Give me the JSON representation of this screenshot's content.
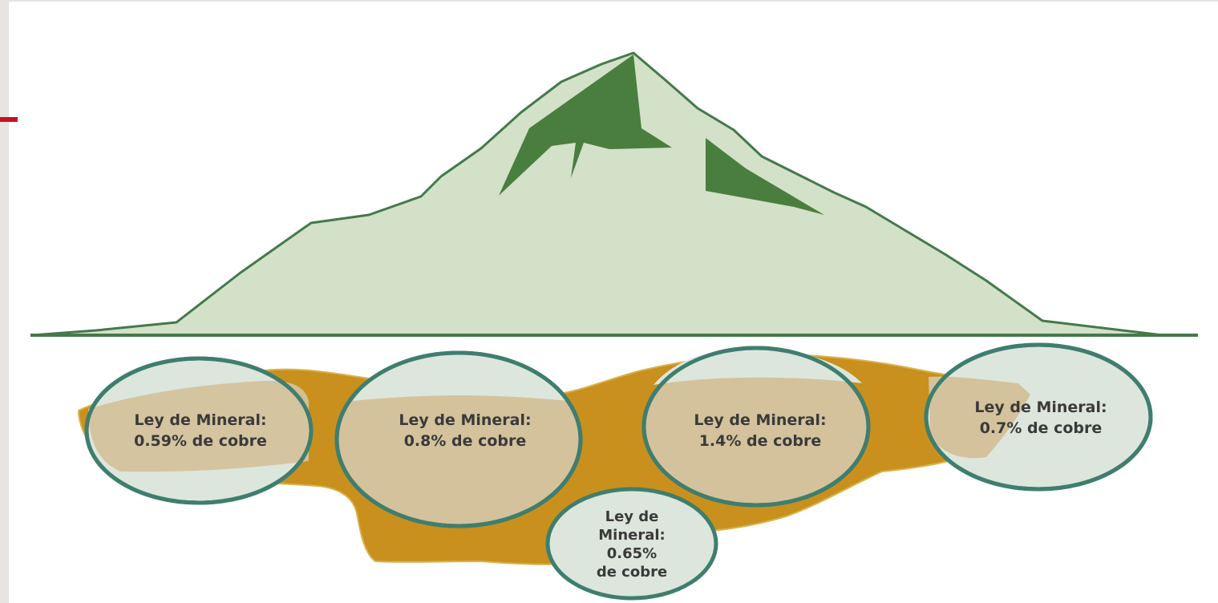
{
  "colors": {
    "mountain_fill": "#d3e1c9",
    "mountain_stroke": "#44794a",
    "snow_patch": "#4a7e3e",
    "ground_line": "#44794a",
    "ore_body": "#c9901e",
    "zone_outline": "#3f7e6e",
    "zone_fill": "#dde6dc",
    "left_bar": "#e8e4e1",
    "accent_red": "#c5121f"
  },
  "zones": [
    {
      "id": "zone-1",
      "line1": "Ley de Mineral:",
      "line2": "0.59% de cobre"
    },
    {
      "id": "zone-2",
      "line1": "Ley de Mineral:",
      "line2": "0.8% de cobre"
    },
    {
      "id": "zone-3",
      "line1": "Ley de Mineral:",
      "line2": "1.4% de cobre"
    },
    {
      "id": "zone-4",
      "line1": "Ley de Mineral:",
      "line2": "0.7% de cobre"
    },
    {
      "id": "zone-5",
      "line1": "Ley de",
      "line2": "Mineral:",
      "line3": "0.65%",
      "line4": "de cobre"
    }
  ]
}
